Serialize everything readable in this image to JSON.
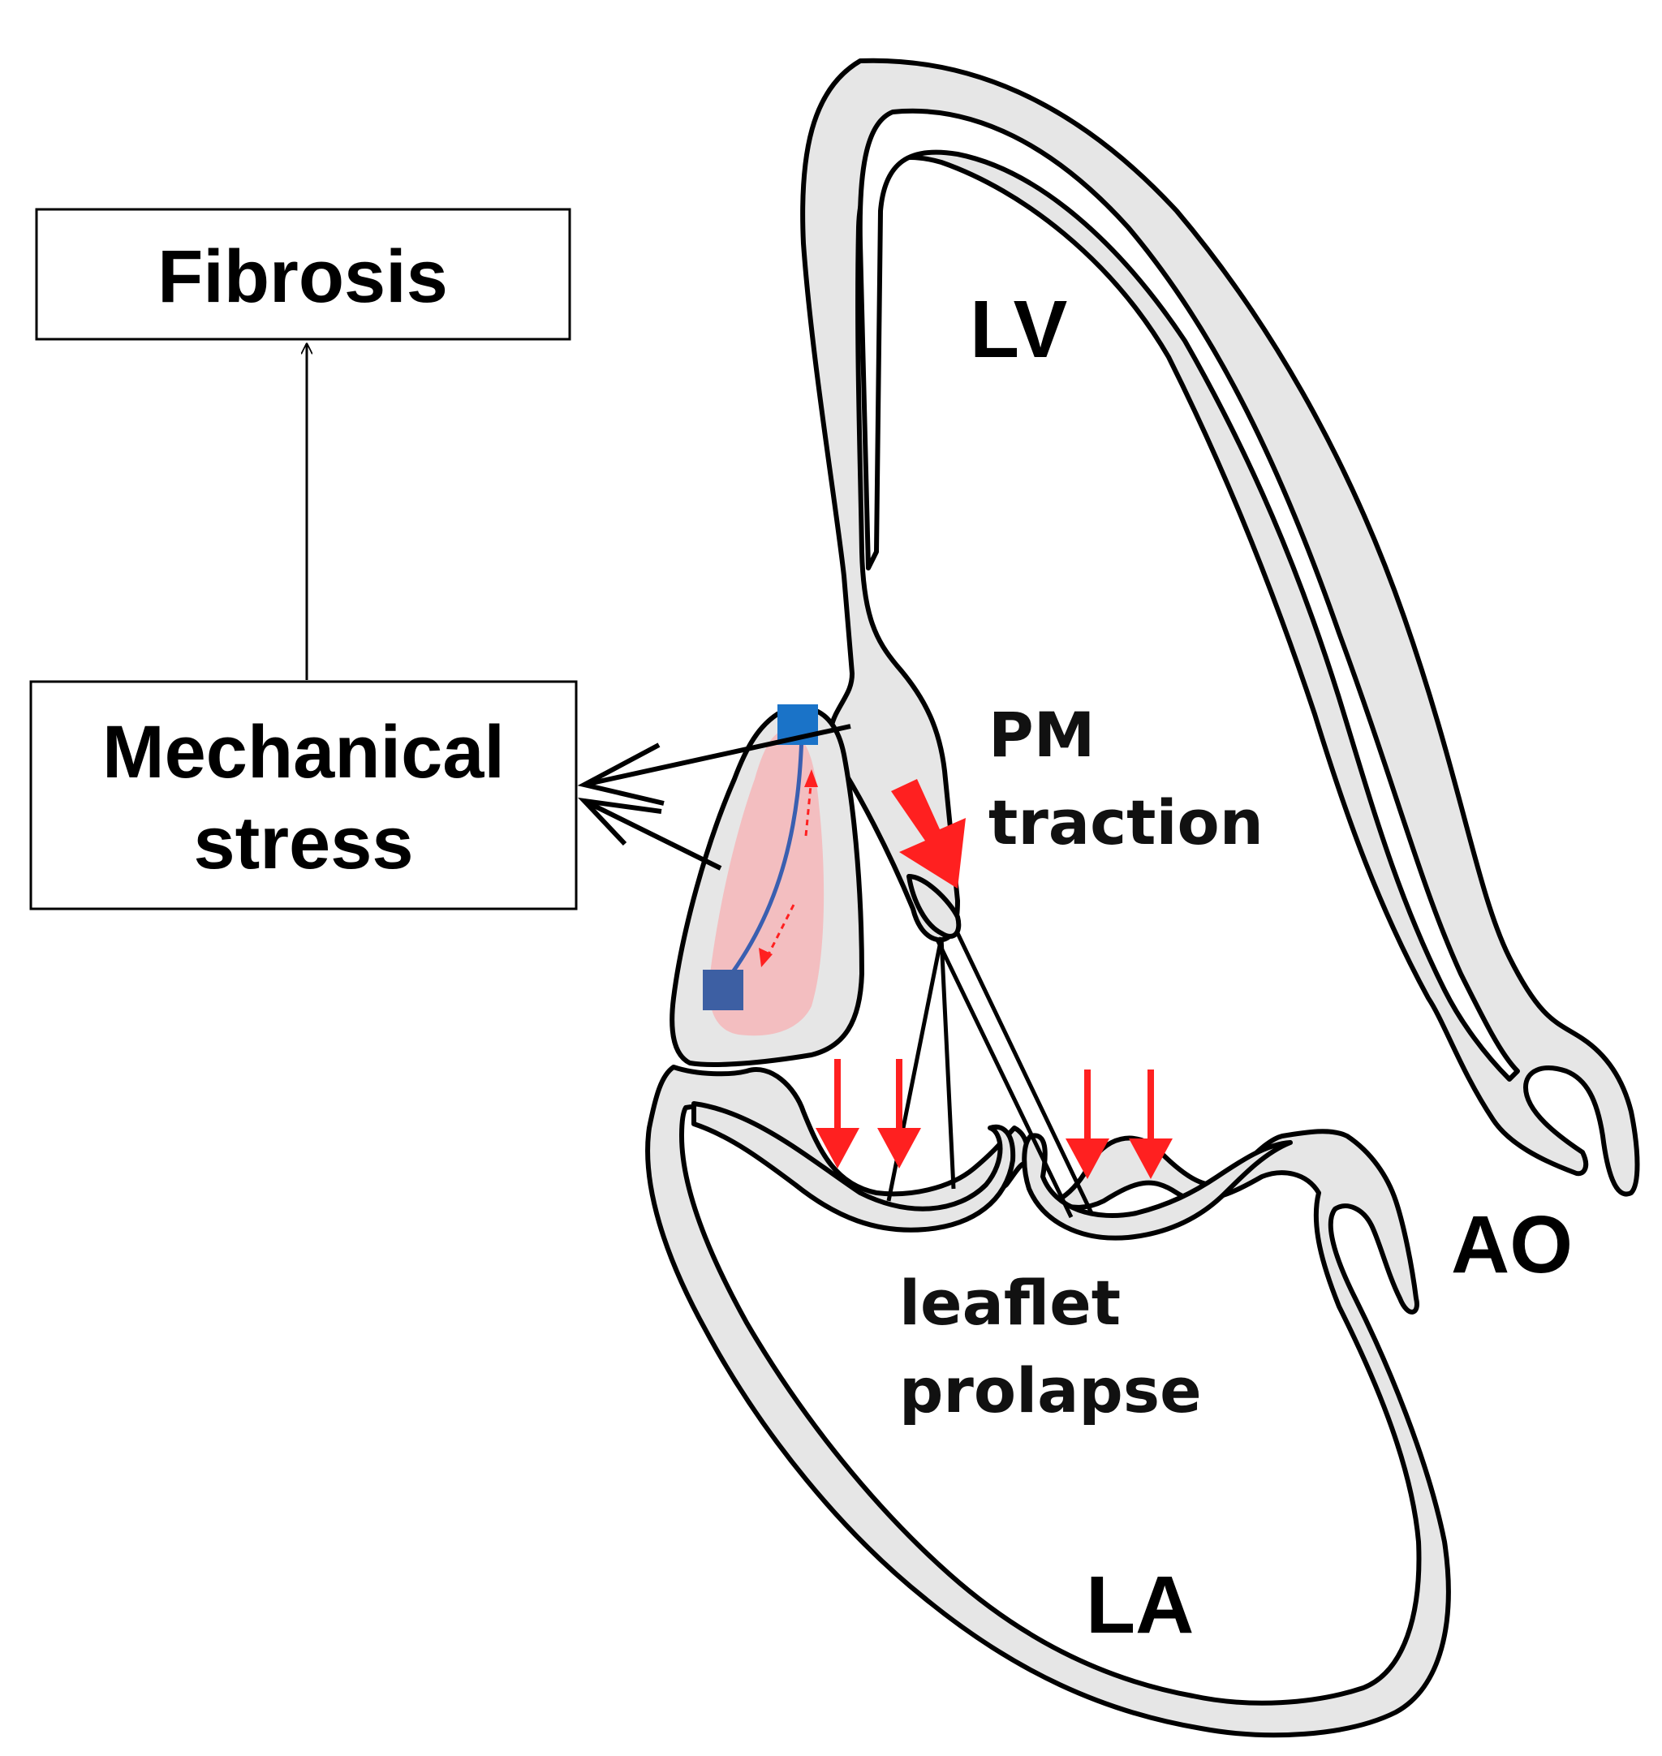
{
  "boxes": {
    "fibrosis": "Fibrosis",
    "mechanical_stress_line1": "Mechanical",
    "mechanical_stress_line2": "stress"
  },
  "labels": {
    "lv": "LV",
    "la": "LA",
    "ao": "AO",
    "pm_traction_line1": "PM",
    "pm_traction_line2": "traction",
    "leaflet_prolapse_line1": "leaflet",
    "leaflet_prolapse_line2": "prolapse"
  },
  "colors": {
    "wall_fill": "#e6e6e6",
    "stress_zone": "#f4b6b8",
    "arrow_red": "#ff2020",
    "marker_top": "#1a73c8",
    "marker_bottom": "#3d5fa3",
    "fiber_line": "#3a5fb0"
  }
}
